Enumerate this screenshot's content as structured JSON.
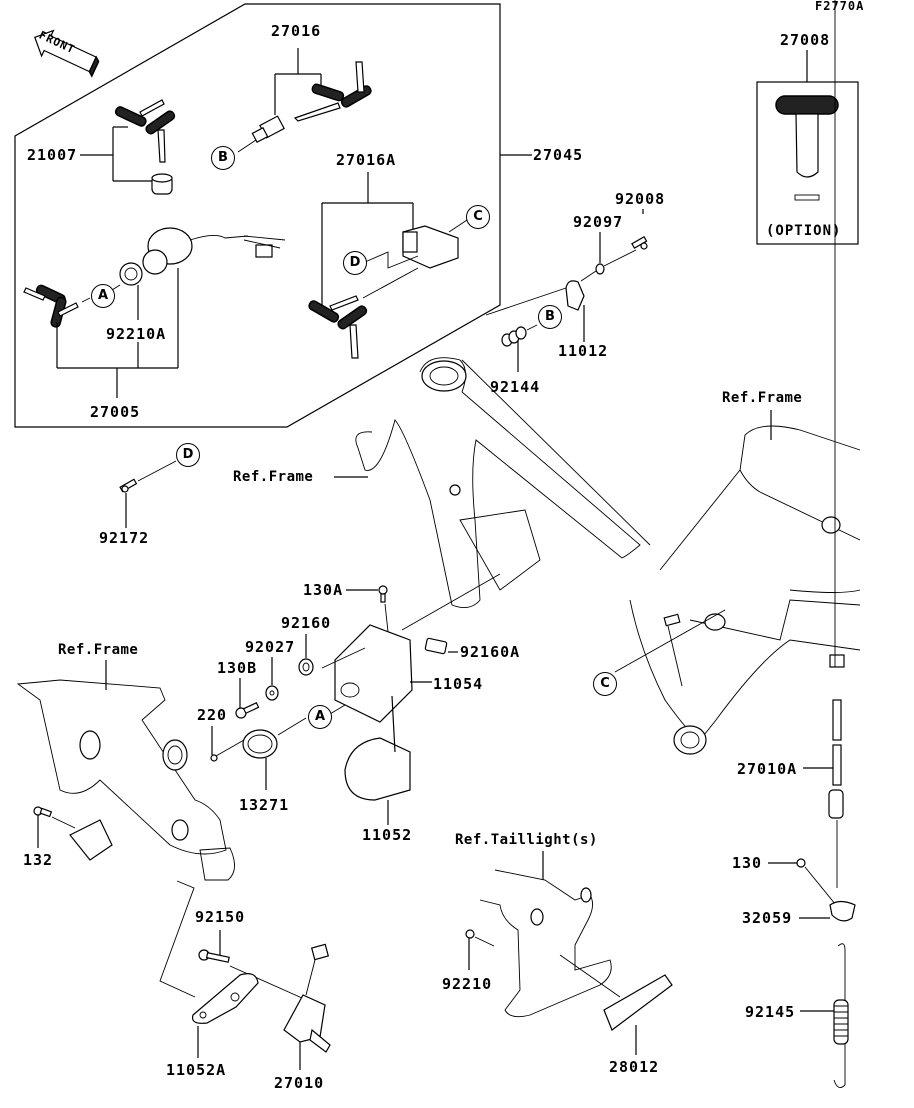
{
  "diagram": {
    "code": "F2770A",
    "front_label": "FRONT",
    "option_box": {
      "part": "27008",
      "caption": "(OPTION)"
    },
    "group_box_part": "27045",
    "refs": {
      "frame_top": "Ref.Frame",
      "frame_left": "Ref.Frame",
      "frame_right": "Ref.Frame",
      "taillight": "Ref.Taillight(s)"
    },
    "callouts": {
      "A": "A",
      "B": "B",
      "C": "C",
      "D": "D"
    },
    "parts": {
      "p27016": "27016",
      "p21007": "21007",
      "p27016A": "27016A",
      "p92210A": "92210A",
      "p27005": "27005",
      "p92008": "92008",
      "p92097": "92097",
      "p11012": "11012",
      "p92144": "92144",
      "p92172": "92172",
      "p130A": "130A",
      "p92160": "92160",
      "p92160A": "92160A",
      "p92027": "92027",
      "p130B": "130B",
      "p11054": "11054",
      "p220": "220",
      "p13271": "13271",
      "p11052": "11052",
      "p132": "132",
      "p92150": "92150",
      "p11052A": "11052A",
      "p27010": "27010",
      "p27010A": "27010A",
      "p130": "130",
      "p32059": "32059",
      "p92145": "92145",
      "p92210": "92210",
      "p28012": "28012"
    }
  }
}
